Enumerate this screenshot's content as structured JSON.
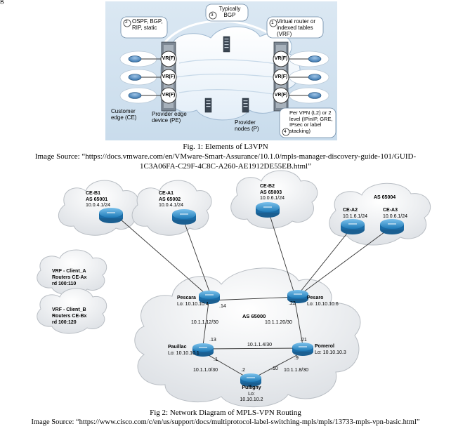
{
  "top_text_fragment": "g",
  "figure1": {
    "callout_1": "Virtual router or indexed tables (VRF)",
    "callout_1_num": "1",
    "callout_2": "OSPF, BGP, RIP, static",
    "callout_2_num": "2",
    "callout_3": "Typically BGP",
    "callout_3_num": "3",
    "callout_4": "Per VPN (L2) or 2 level (IPinIP, GRE, IPsec or label stacking)",
    "callout_4_num": "4",
    "vrf_label": "VR(F)",
    "ce_label": "Customer edge (CE)",
    "pe_label": "Provider edge device (PE)",
    "p_label": "Provider nodes (P)",
    "caption": "Fig. 1: Elements of L3VPN",
    "source_line1": "Image Source: “https://docs.vmware.com/en/VMware-Smart-Assurance/10.1.0/mpls-manager-discovery-guide-101/GUID-",
    "source_line2": "1C3A06FA-C29F-4C8C-A260-AE1912DE55EB.html”"
  },
  "figure2": {
    "ce_b1": {
      "name": "CE-B1",
      "as": "AS 65001",
      "ip": "10.0.4.1/24"
    },
    "ce_a1": {
      "name": "CE-A1",
      "as": "AS 65002",
      "ip": "10.0.4.1/24"
    },
    "ce_b2": {
      "name": "CE-B2",
      "as": "AS 65003",
      "ip": "10.0.6.1/24"
    },
    "as65004": "AS 65004",
    "ce_a2": {
      "name": "CE-A2",
      "ip": "10.1.6.1/24"
    },
    "ce_a3": {
      "name": "CE-A3",
      "ip": "10.0.6.1/24"
    },
    "vrf_a": {
      "line1": "VRF - Client_A",
      "line2": "Routers CE-Ax",
      "line3": "rd 100:110"
    },
    "vrf_b": {
      "line1": "VRF - Client_B",
      "line2": "Routers CE-Bx",
      "line3": "rd 100:120"
    },
    "as65000": "AS 65000",
    "pescara": {
      "name": "Pescara",
      "lo": "Lo: 10.10.10.4",
      "port": ".14"
    },
    "pesaro": {
      "name": "Pesaro",
      "lo": "Lo: 10.10.10.6",
      "port": ".22"
    },
    "pauillac": {
      "name": "Pauillac",
      "lo": "Lo: 10.10.10.1",
      "port_up": ".13",
      "port_down": ".1"
    },
    "pomerol": {
      "name": "Pomerol",
      "lo": "Lo: 10.10.10.3",
      "port_up": ".21",
      "port_down": ".9"
    },
    "pulligny": {
      "name": "Pulligny",
      "lo": "Lo: 10.10.10.2",
      "port_left": ".2",
      "port_right": ".10"
    },
    "net_12": "10.1.1.12/30",
    "net_20": "10.1.1.20/30",
    "net_4": "10.1.1.4/30",
    "net_0": "10.1.1.0/30",
    "net_8": "10.1.1.8/30",
    "caption": "Fig 2: Network Diagram of MPLS-VPN Routing",
    "source": "Image Source: “https://www.cisco.com/c/en/us/support/docs/multiprotocol-label-switching-mpls/mpls/13733-mpls-vpn-basic.html”"
  }
}
